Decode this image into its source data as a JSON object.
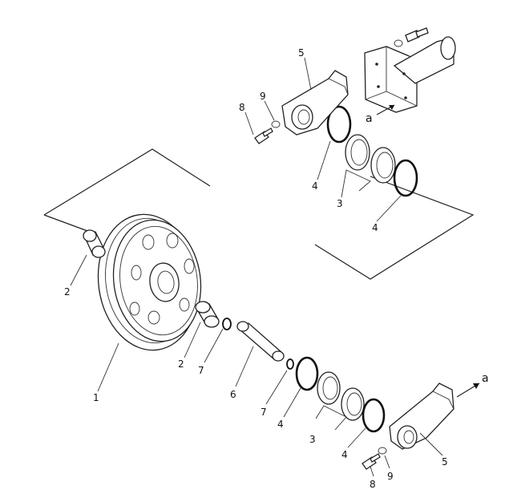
{
  "diagram": {
    "callouts": {
      "idler_wheel": "1",
      "bushing_left": "2",
      "bushing_right": "2",
      "seal_group_upper": "3",
      "seal_group_lower": "3",
      "ring_upper_left": "4",
      "ring_upper_right": "4",
      "ring_lower_left": "4",
      "ring_lower_right": "4",
      "bracket_upper": "5",
      "bracket_lower": "5",
      "shaft": "6",
      "oring_left": "7",
      "oring_right": "7",
      "bolt_upper": "8",
      "bolt_lower": "8",
      "washer_upper": "9",
      "washer_lower": "9"
    },
    "arrows": {
      "upper": "a",
      "lower": "a"
    }
  }
}
